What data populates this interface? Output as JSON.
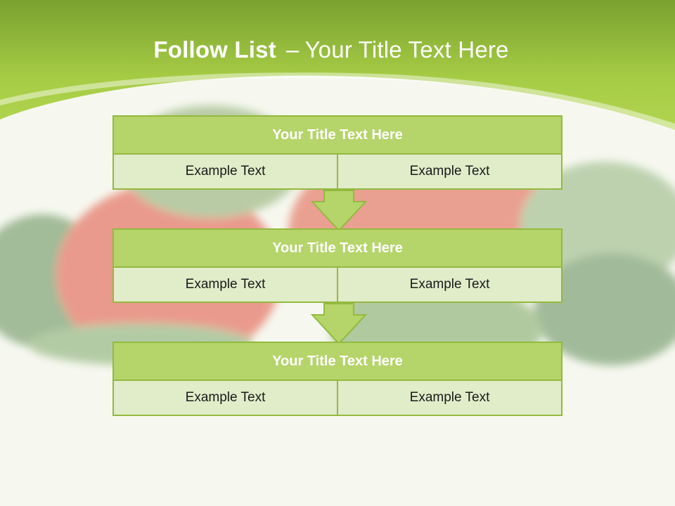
{
  "header": {
    "title_bold": "Follow List",
    "title_dash": "–",
    "title_rest": "Your Title Text Here"
  },
  "steps": [
    {
      "title": "Your Title Text Here",
      "left": "Example Text",
      "right": "Example Text"
    },
    {
      "title": "Your Title Text Here",
      "left": "Example Text",
      "right": "Example Text"
    },
    {
      "title": "Your Title Text Here",
      "left": "Example Text",
      "right": "Example Text"
    }
  ],
  "colors": {
    "header_green": "#a8cc45",
    "box_title_fill": "#b5d46a",
    "box_border": "#92ba3f",
    "cell_fill": "#e1ecc9"
  }
}
